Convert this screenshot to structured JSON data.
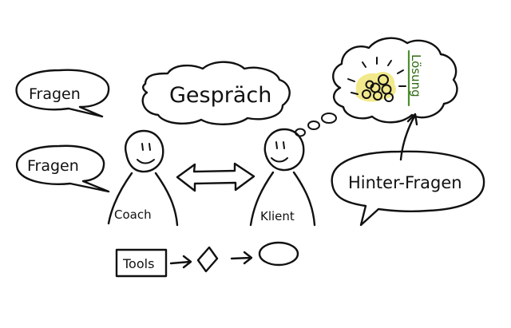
{
  "labels": {
    "fragen_top": "Fragen",
    "fragen_bottom": "Fragen",
    "gespraech": "Gespräch",
    "coach": "Coach",
    "klient": "Klient",
    "hinter_fragen": "Hinter-Fragen",
    "loesung": "Lösung",
    "tools": "Tools"
  },
  "colors": {
    "bubble_blue": "#c9dcf3",
    "cloud_red": "#f39a98",
    "arrow_pink": "#f2a6a2",
    "diamond_yellow": "#f5f0a6",
    "ellipse_green": "#5ea02c",
    "sun_yellow": "#f2e98c",
    "loesung_green": "#4d8f2a",
    "outline": "#111111"
  },
  "icons": {
    "idea": "light-bulb-icon",
    "tool_shape": "diamond-icon",
    "result_shape": "ellipse-icon"
  }
}
